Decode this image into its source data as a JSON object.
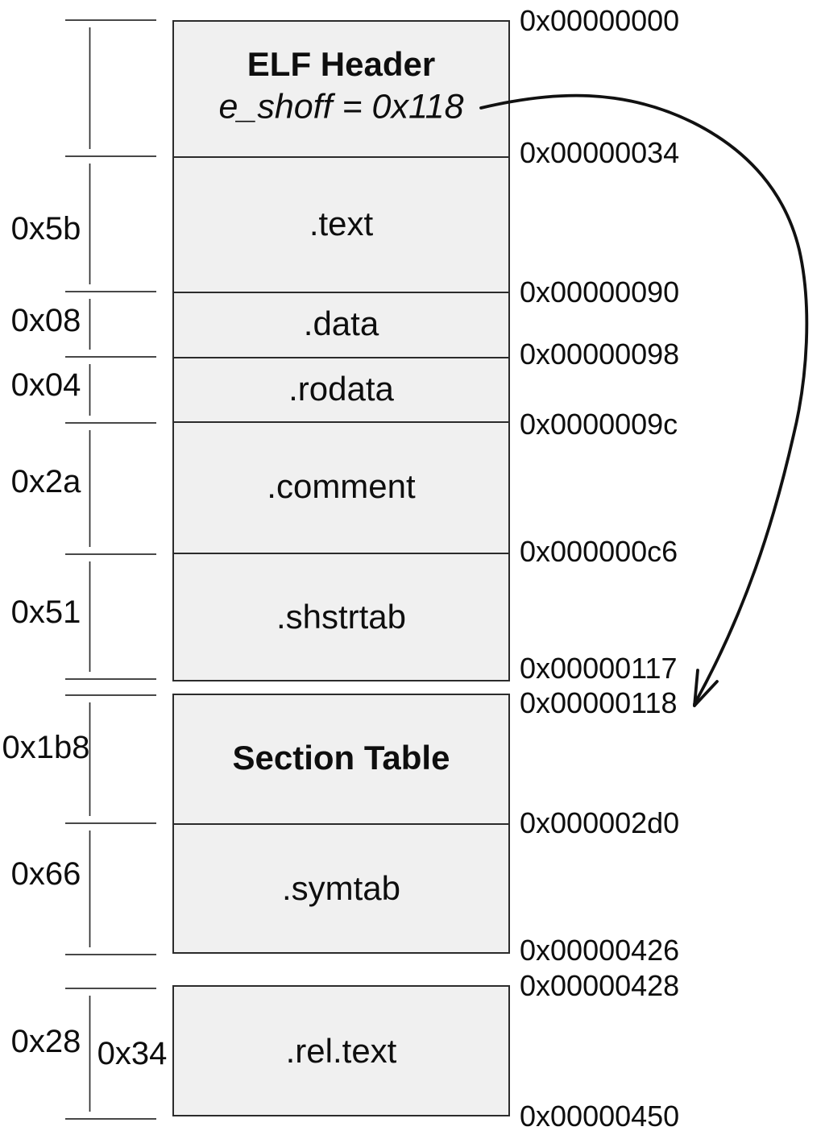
{
  "diagram": {
    "elf_header": {
      "title": "ELF Header",
      "subtitle": "e_shoff = 0x118"
    },
    "sections": [
      {
        "label": ".text",
        "size": "0x5b"
      },
      {
        "label": ".data",
        "size": "0x08"
      },
      {
        "label": ".rodata",
        "size": "0x04"
      },
      {
        "label": ".comment",
        "size": "0x2a"
      },
      {
        "label": ".shstrtab",
        "size": "0x51"
      },
      {
        "label": "Section Table",
        "size": "0x1b8"
      },
      {
        "label": ".symtab",
        "size": "0x66"
      },
      {
        "label": ".rel.text",
        "size": "0x28",
        "file_offset_label": "0x34"
      }
    ],
    "addresses": [
      "0x00000000",
      "0x00000034",
      "0x00000090",
      "0x00000098",
      "0x0000009c",
      "0x000000c6",
      "0x00000117",
      "0x00000118",
      "0x000002d0",
      "0x00000426",
      "0x00000428",
      "0x00000450"
    ],
    "colors": {
      "box_fill": "#f0f0f0",
      "line": "#2b2b2b",
      "arrow": "#111111"
    }
  }
}
